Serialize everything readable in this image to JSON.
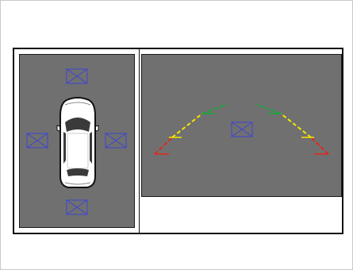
{
  "colors": {
    "panel": "#707070",
    "frame": "#111111",
    "camera_icon": "#3d43d6",
    "guide_near": "#e52521",
    "guide_mid": "#f2e600",
    "guide_far": "#16a83a",
    "car_body": "#ffffff",
    "car_roof": "#3a3a3a"
  },
  "surround_view": {
    "cameras": [
      {
        "name": "front-camera",
        "icon": "camera-placeholder-icon"
      },
      {
        "name": "left-camera",
        "icon": "camera-placeholder-icon"
      },
      {
        "name": "right-camera",
        "icon": "camera-placeholder-icon"
      },
      {
        "name": "rear-camera",
        "icon": "camera-placeholder-icon"
      }
    ],
    "vehicle": {
      "icon": "car-top-view-icon"
    }
  },
  "rear_view": {
    "camera": {
      "name": "rear-view-camera",
      "icon": "camera-placeholder-icon"
    },
    "guidelines": [
      "red",
      "yellow",
      "green"
    ]
  }
}
